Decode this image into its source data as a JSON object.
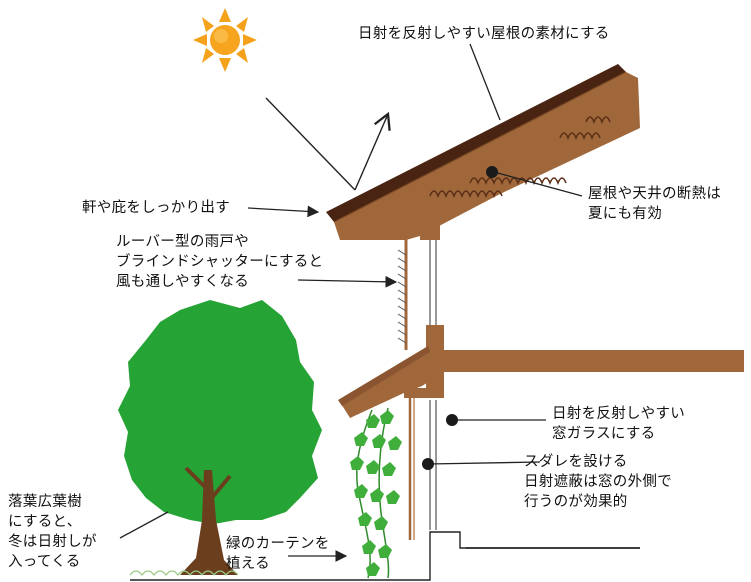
{
  "annotations": {
    "roof_material": "日射を反射しやすい屋根の素材にする",
    "insulation": [
      "屋根や天井の断熱は",
      "夏にも有効"
    ],
    "eaves": "軒や庇をしっかり出す",
    "louver": [
      "ルーバー型の雨戸や",
      "ブラインドシャッターにすると",
      "風も通しやすくなる"
    ],
    "window_glass": [
      "日射を反射しやすい",
      "窓ガラスにする"
    ],
    "sudare": [
      "スダレを設ける",
      "日射遮蔽は窓の外側で",
      "行うのが効果的"
    ],
    "deciduous_tree": [
      "落葉広葉樹",
      "にすると、",
      "冬は日射しが",
      "入ってくる"
    ],
    "green_curtain": [
      "緑のカーテンを",
      "植える"
    ]
  },
  "colors": {
    "sun": "#f5a21b",
    "roof_dark": "#4a2412",
    "wood": "#a0673a",
    "wood_light": "#c08a5c",
    "tree_green": "#25a334",
    "trunk": "#6b3e1e",
    "vine": "#3fae3a",
    "line": "#222222"
  }
}
